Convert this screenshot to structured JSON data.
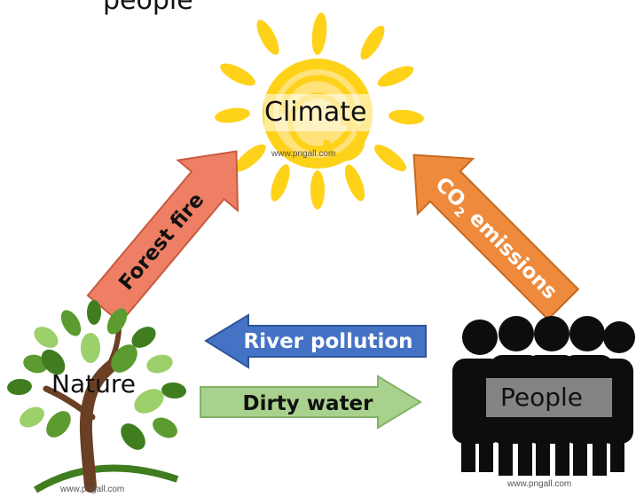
{
  "diagram": {
    "header_text": "people",
    "nodes": {
      "climate": {
        "label": "Climate",
        "credit": "www.pngall.com"
      },
      "nature": {
        "label": "Nature",
        "credit": "www.pngall.com"
      },
      "people": {
        "label": "People",
        "credit": "www.pngall.com"
      }
    },
    "arrows": {
      "forest_fire": {
        "label": "Forest fire",
        "color": "#ee7f65"
      },
      "co2_emissions": {
        "prefix": "CO",
        "subscript": "2",
        "suffix": " emissions",
        "color": "#ef8a3c"
      },
      "river_pollution": {
        "label": "River pollution",
        "color": "#4472c4"
      },
      "dirty_water": {
        "label": "Dirty water",
        "color": "#a9d18e"
      }
    },
    "icons": {
      "sun": "sun-icon",
      "tree": "tree-icon",
      "people": "people-group-icon"
    },
    "colors": {
      "sun": "#ffd21a",
      "sun_core": "#ffe27a",
      "tree_trunk": "#6b3f23",
      "leaf_dark": "#3f7d1f",
      "leaf_light": "#9bd06b",
      "people": "#0d0d0d"
    }
  }
}
